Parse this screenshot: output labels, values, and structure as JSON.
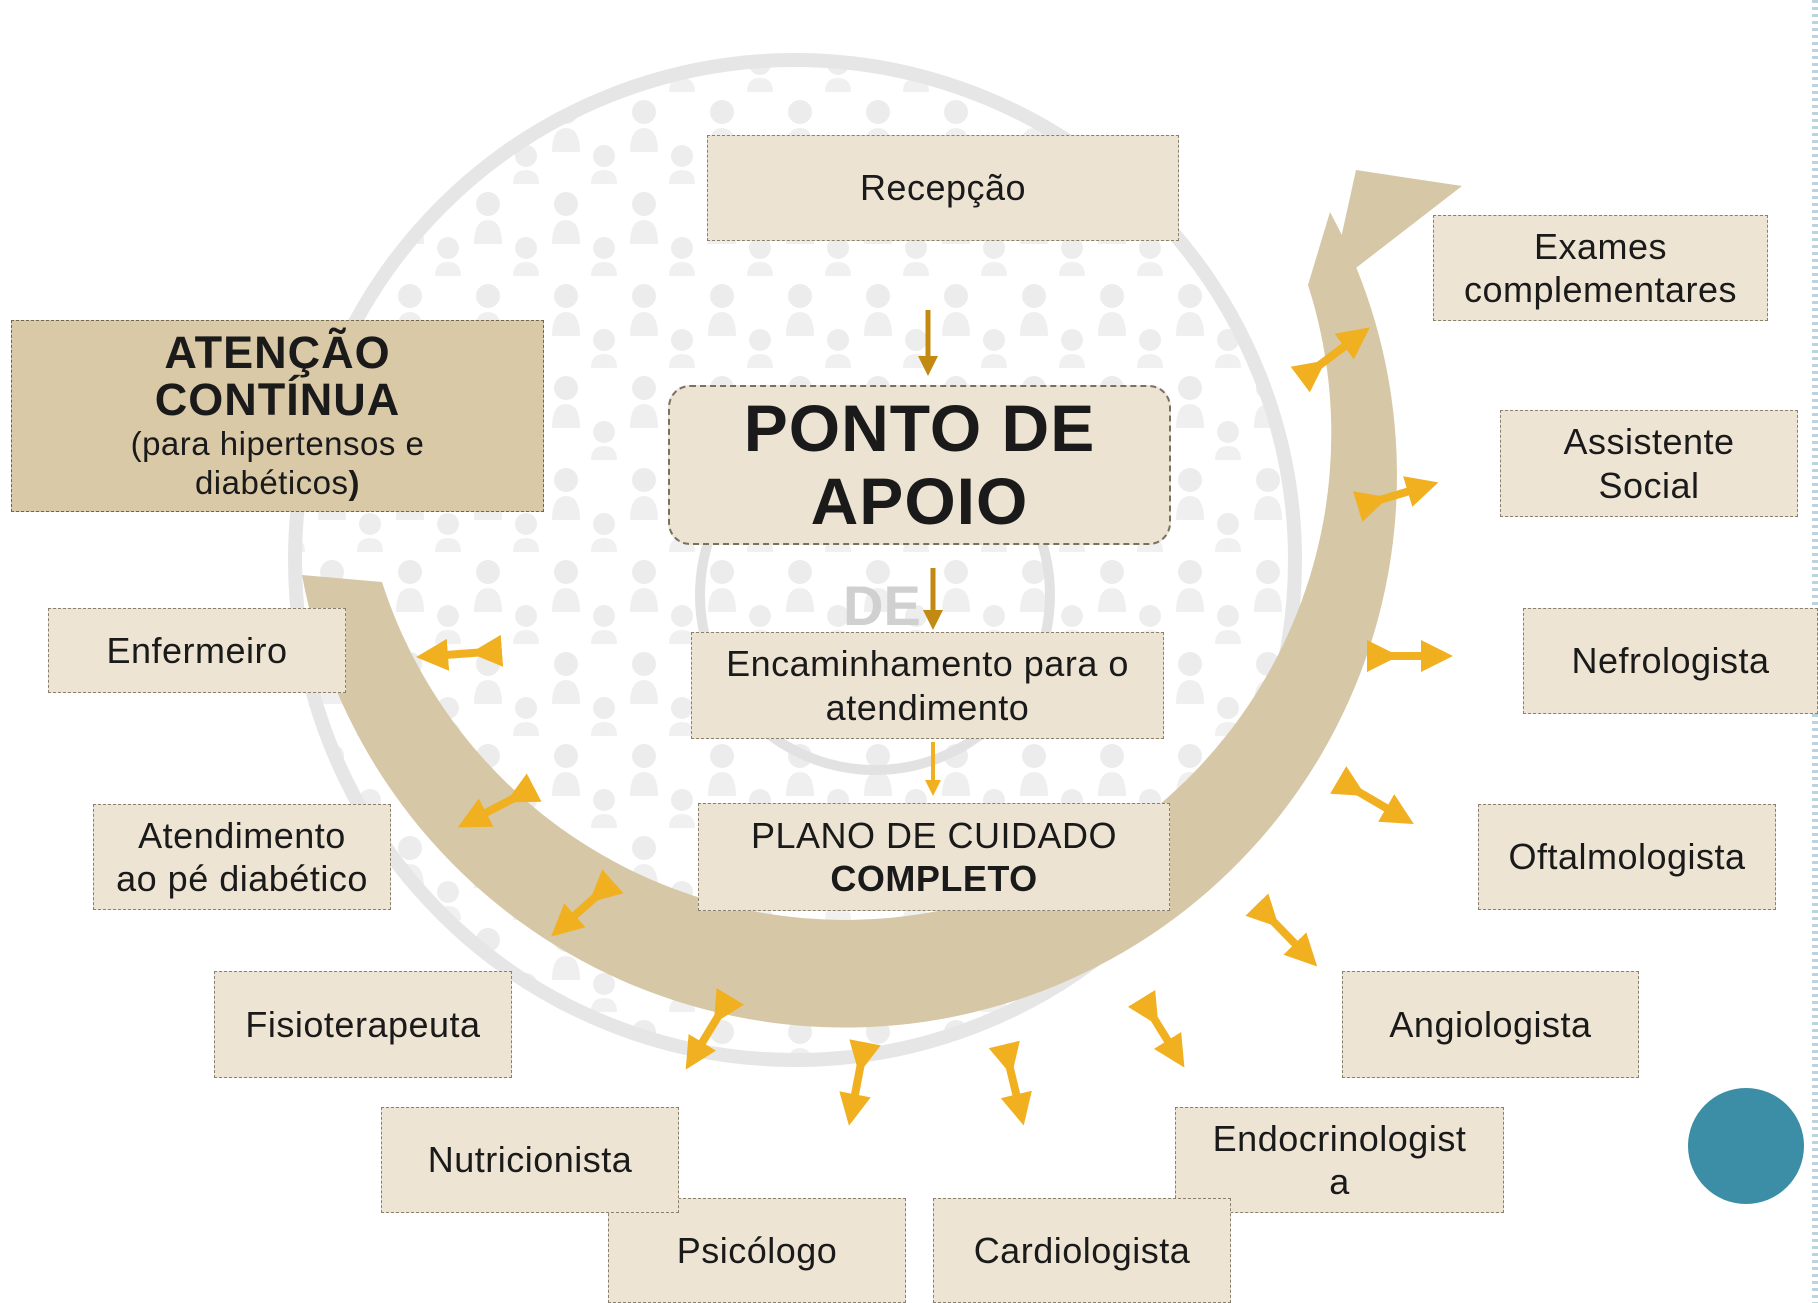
{
  "center": {
    "watermark": "DE",
    "reception": "Recepção",
    "hub": [
      "PONTO DE",
      "APOIO"
    ],
    "referral": [
      "Encaminhamento para o",
      "atendimento"
    ],
    "plan": {
      "line1": "PLANO DE CUIDADO",
      "line2": "COMPLETO"
    }
  },
  "continuous_care": {
    "title": [
      "ATENÇÃO",
      "CONTÍNUA"
    ],
    "subtitle_open": "(para hipertensos e",
    "subtitle_mid": "diabéticos",
    "subtitle_close": ")"
  },
  "services": {
    "exames": [
      "Exames",
      "complementares"
    ],
    "assistente": [
      "Assistente",
      "Social"
    ],
    "nefrologista": "Nefrologista",
    "oftalmologista": "Oftalmologista",
    "angiologista": "Angiologista",
    "endocrinologista": [
      "Endocrinologist",
      "a"
    ],
    "cardiologista": "Cardiologista",
    "psicologo": "Psicólogo",
    "nutricionista": "Nutricionista",
    "fisioterapeuta": "Fisioterapeuta",
    "pe_diabetico": [
      "Atendimento",
      "ao pé diabético"
    ],
    "enfermeiro": "Enfermeiro"
  },
  "colors": {
    "box_fill": "#ece3d2",
    "band_fill": "#d6c7a6",
    "arrow_orange": "#f0b020",
    "arrow_brown": "#c28a12",
    "accent_dot": "#3b8ea5"
  }
}
